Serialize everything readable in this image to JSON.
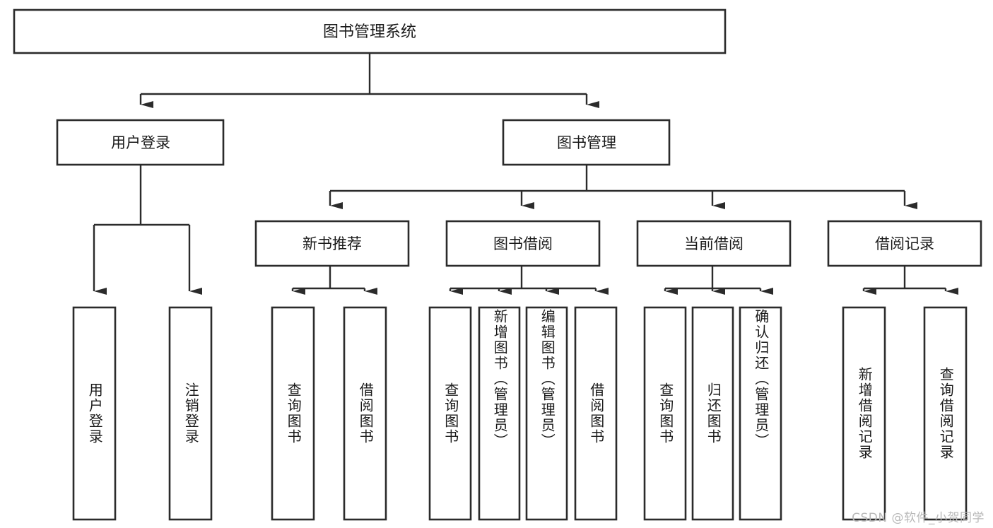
{
  "diagram": {
    "title": "图书管理系统",
    "type": "tree-hierarchy",
    "watermark": "CSDN @软件_小贺同学",
    "colors": {
      "stroke": "#2b2b2b",
      "box_fill": "#ffffff",
      "text": "#1a1a1a",
      "watermark": "#b9b9b9",
      "background": "#ffffff"
    },
    "root": {
      "label": "图书管理系统"
    },
    "level2": [
      {
        "label": "用户登录"
      },
      {
        "label": "图书管理"
      }
    ],
    "level3": [
      {
        "label": "新书推荐"
      },
      {
        "label": "图书借阅"
      },
      {
        "label": "当前借阅"
      },
      {
        "label": "借阅记录"
      }
    ],
    "leaves": {
      "user_login": [
        {
          "label": "用户登录"
        },
        {
          "label": "注销登录"
        }
      ],
      "new_book_rec": [
        {
          "label": "查询图书"
        },
        {
          "label": "借阅图书"
        }
      ],
      "book_borrow": [
        {
          "label": "查询图书"
        },
        {
          "label": "新增图书（管理员）"
        },
        {
          "label": "编辑图书（管理员）"
        },
        {
          "label": "借阅图书"
        }
      ],
      "current_borrow": [
        {
          "label": "查询图书"
        },
        {
          "label": "归还图书"
        },
        {
          "label": "确认归还（管理员）"
        }
      ],
      "borrow_record": [
        {
          "label": "新增借阅记录"
        },
        {
          "label": "查询借阅记录"
        }
      ]
    }
  }
}
